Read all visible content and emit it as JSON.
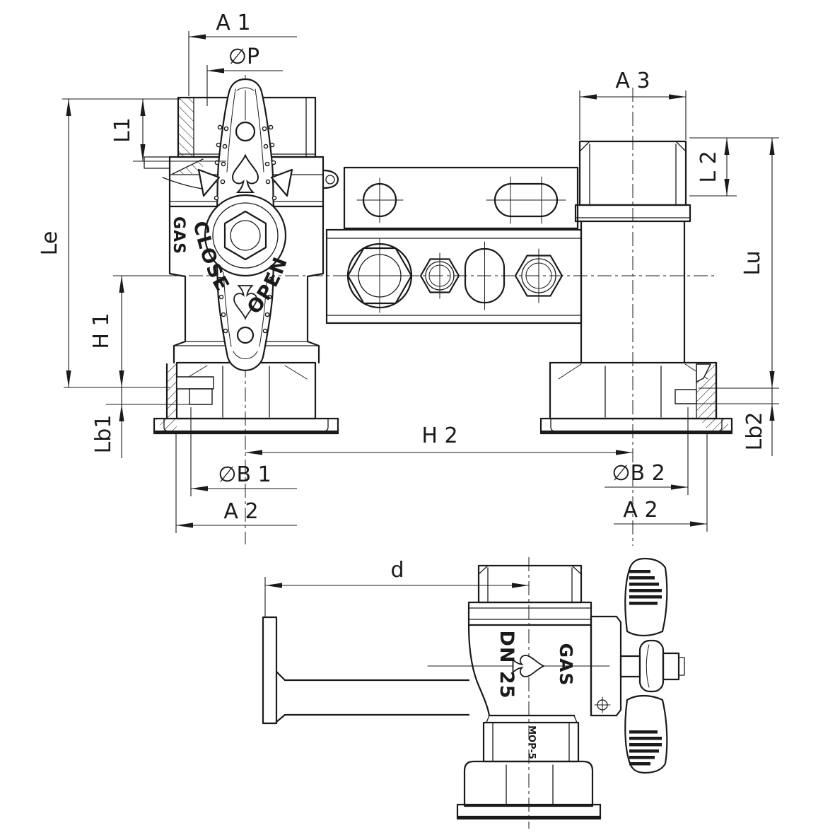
{
  "colors": {
    "background": "#ffffff",
    "line": "#1a1a1a"
  },
  "front_view": {
    "dimension_labels": {
      "a1": "A 1",
      "p": "∅P",
      "le": "Le",
      "l1": "L1",
      "h1": "H 1",
      "lb1": "Lb1",
      "b1": "∅B 1",
      "a2_left": "A 2",
      "h2": "H 2",
      "a3": "A 3",
      "l2": "L 2",
      "lu": "Lu",
      "lb2": "Lb2",
      "b2": "∅B 2",
      "a2_right": "A 2"
    },
    "markings": {
      "gas": "GAS",
      "close": "CLOSE",
      "open": "OPEN"
    }
  },
  "side_view": {
    "dimension_labels": {
      "d": "d"
    },
    "markings": {
      "dn": "DN 25",
      "gas": "GAS",
      "mop": "MOP-5"
    }
  }
}
